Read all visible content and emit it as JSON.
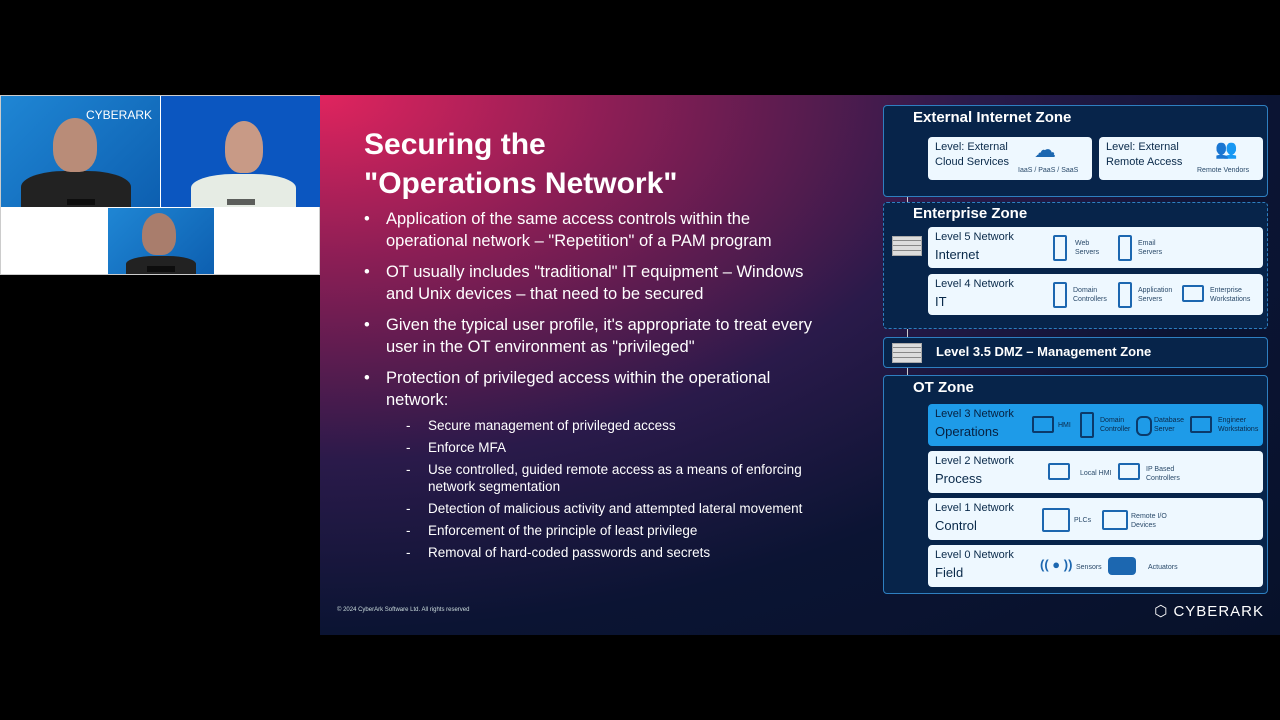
{
  "slide": {
    "title_line1": "Securing the",
    "title_line2": "\"Operations Network\"",
    "bullets": [
      "Application of the same access controls within the operational network – \"Repetition\" of a PAM program",
      "OT usually includes \"traditional\" IT equipment – Windows and Unix devices – that need to be secured",
      "Given the typical user profile, it's appropriate to treat every user in the OT environment as \"privileged\"",
      "Protection of privileged access within the operational network:"
    ],
    "sub_bullets": [
      "Secure management of privileged access",
      "Enforce MFA",
      "Use controlled, guided remote access as a means of enforcing network segmentation",
      "Detection of malicious activity and attempted lateral movement",
      "Enforcement of the principle of least privilege",
      "Removal of hard-coded passwords and secrets"
    ],
    "copyright": "© 2024 CyberArk Software Ltd. All rights reserved",
    "logo": "CYBERARK"
  },
  "diagram": {
    "external": {
      "title": "External Internet Zone",
      "cloud": {
        "level": "Level: External",
        "name": "Cloud Services",
        "caption": "IaaS / PaaS / SaaS"
      },
      "remote": {
        "level": "Level: External",
        "name": "Remote Access",
        "caption": "Remote Vendors"
      }
    },
    "enterprise": {
      "title": "Enterprise Zone",
      "l5": {
        "level": "Level 5 Network",
        "name": "Internet",
        "items": [
          "Web Servers",
          "Email Servers"
        ]
      },
      "l4": {
        "level": "Level 4 Network",
        "name": "IT",
        "items": [
          "Domain Controllers",
          "Application Servers",
          "Enterprise Workstations"
        ]
      }
    },
    "dmz": {
      "title": "Level 3.5 DMZ – Management Zone"
    },
    "ot": {
      "title": "OT Zone",
      "l3": {
        "level": "Level 3 Network",
        "name": "Operations",
        "items": [
          "HMI",
          "Domain Controller",
          "Database Server",
          "Engineer Workstations"
        ]
      },
      "l2": {
        "level": "Level 2 Network",
        "name": "Process",
        "items": [
          "Local HMI",
          "IP Based Controllers"
        ]
      },
      "l1": {
        "level": "Level 1 Network",
        "name": "Control",
        "items": [
          "PLCs",
          "Remote I/O Devices"
        ]
      },
      "l0": {
        "level": "Level 0 Network",
        "name": "Field",
        "items": [
          "Sensors",
          "Actuators"
        ]
      }
    },
    "accent": "#1e9be8"
  },
  "video": {
    "brand": "CYBERARK"
  }
}
